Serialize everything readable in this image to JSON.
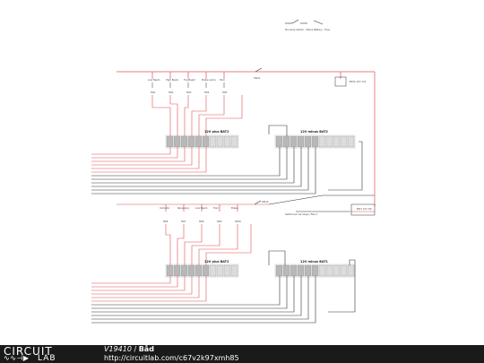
{
  "schematic": {
    "top_switch_labels": [
      "No Lamp Switch - Mains",
      "Battery - Fuse"
    ],
    "switch_labels_top": [
      "Low Beam",
      "High Beam",
      "Fog Beam",
      "Brake Lamp",
      "Horn"
    ],
    "switch_labels_bottom": [
      "Indicator",
      "Reversing",
      "Low Beam",
      "Horn",
      "Brake"
    ],
    "sw_ids_top": [
      "SW1",
      "SW2",
      "SW3",
      "SW4",
      "SW5"
    ],
    "sw_ids_bottom": [
      "SW6",
      "SW7",
      "SW8",
      "SW9",
      "SW10"
    ],
    "relay_top": "SW11",
    "relay_bottom": "SW12",
    "bat_labels": [
      "12V plus BAT2",
      "12V minus BAT2",
      "12V plus BAT2",
      "12V minus BAT1"
    ],
    "battery_top_label": "BAT2 12V 7Ah",
    "battery_bottom_label": "BAT1 12V 7Ah",
    "switchover_label": "Switchover via relays / Bus 2",
    "colors": {
      "wire_red": "#e05050",
      "wire_black": "#333333",
      "terminal": "#9a9a9a"
    }
  },
  "footer": {
    "logo_top": "CIRCUIT",
    "logo_bottom": "LAB",
    "circuit_id": "V19410",
    "separator": " / ",
    "circuit_name": "Båd",
    "url": "http://circuitlab.com/c67v2k97xmh85"
  }
}
